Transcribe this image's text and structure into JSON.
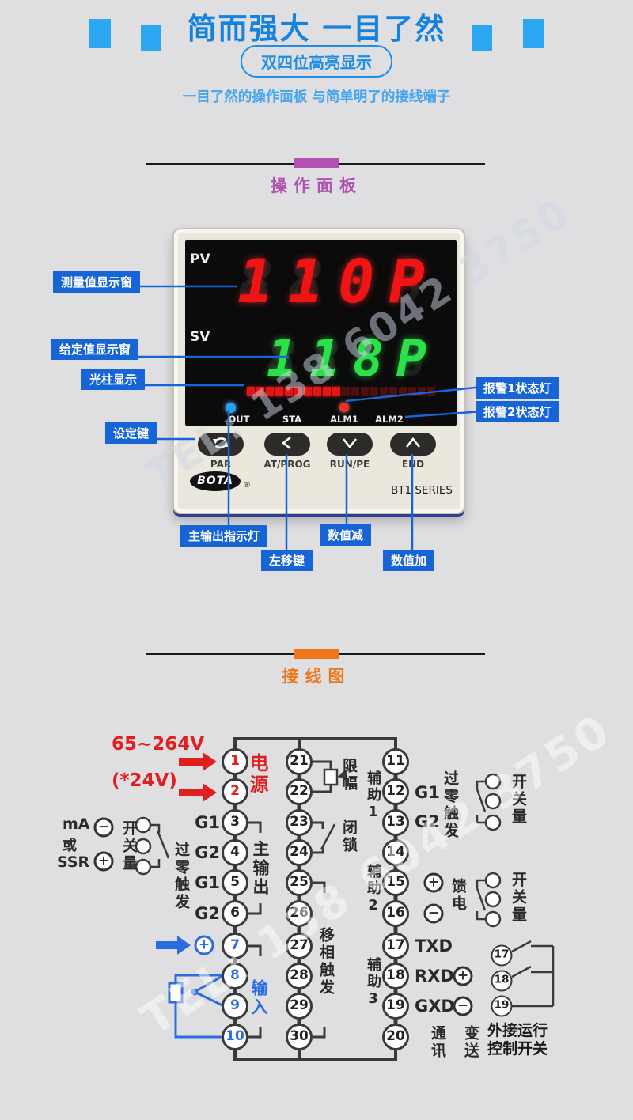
{
  "header": {
    "title": "简而强大 一目了然",
    "badge": "双四位高亮显示",
    "subtitle": "一目了然的操作面板 与简单明了的接线端子"
  },
  "sections": {
    "panel": {
      "title": "操作面板",
      "accent": "#b152b1"
    },
    "wiring": {
      "title": "接线图",
      "accent": "#f0761c"
    }
  },
  "device": {
    "pv_label": "PV",
    "sv_label": "SV",
    "pv_value": "110P",
    "sv_value": "118P",
    "ghost_digits": "8888",
    "lightbar": {
      "total": 20,
      "on": 10
    },
    "indicator_labels": [
      "OUT",
      "STA",
      "ALM1",
      "ALM2"
    ],
    "button_labels": [
      "PAR",
      "AT/PROG",
      "RUN/PE",
      "END"
    ],
    "brand": "BOTA",
    "reg_mark": "®",
    "series": "BT1 SERIES"
  },
  "callouts": {
    "pv_window": "测量值显示窗",
    "sv_window": "给定值显示窗",
    "light_bar": "光柱显示",
    "set_key": "设定键",
    "alarm1": "报警1状态灯",
    "alarm2": "报警2状态灯",
    "main_output": "主输出指示灯",
    "left_key": "左移键",
    "value_dec": "数值减",
    "value_inc": "数值加"
  },
  "wiring": {
    "voltage": "65~264V",
    "voltage_alt": "(*24V)",
    "power": "电源",
    "g1": "G1",
    "g2": "G2",
    "main_output": "主输出",
    "input": "输入",
    "ma": "mA",
    "or": "或",
    "ssr": "SSR",
    "switch_qty": "开关量",
    "zero_cross": "过零触发",
    "limit": "限幅",
    "interlock": "闭锁",
    "phase_trigger": "移相触发",
    "aux1": "辅助1",
    "aux2": "辅助2",
    "aux3": "辅助3",
    "feed": "馈电",
    "txd": "TXD",
    "rxd": "RXD",
    "gxd": "GXD",
    "comm": "通讯",
    "transmit": "变送",
    "ext_switch_l1": "外接运行",
    "ext_switch_l2": "控制开关",
    "plus": "+",
    "minus": "−",
    "left_terminals": [
      "1",
      "2",
      "3",
      "4",
      "5",
      "6",
      "7",
      "8",
      "9",
      "10"
    ],
    "mid_terminals": [
      "21",
      "22",
      "23",
      "24",
      "25",
      "26",
      "27",
      "28",
      "29",
      "30"
    ],
    "right_terminals": [
      "11",
      "12",
      "13",
      "14",
      "15",
      "16",
      "17",
      "18",
      "19",
      "20"
    ],
    "ext_terminals": [
      "17",
      "18",
      "19"
    ]
  },
  "watermark": {
    "text": "TEL: 138 6042 3750"
  },
  "colors": {
    "title_blue": "#1583de",
    "accent_square_blue": "#2ba6f0",
    "callout_blue": "#1664d6",
    "magenta": "#b152b1",
    "orange": "#f0761c",
    "wire_dark": "#3a3a3a",
    "wire_red": "#e02020",
    "wire_blue": "#2b6de0",
    "pv_red": "#f01414",
    "sv_green": "#2ce04a"
  }
}
